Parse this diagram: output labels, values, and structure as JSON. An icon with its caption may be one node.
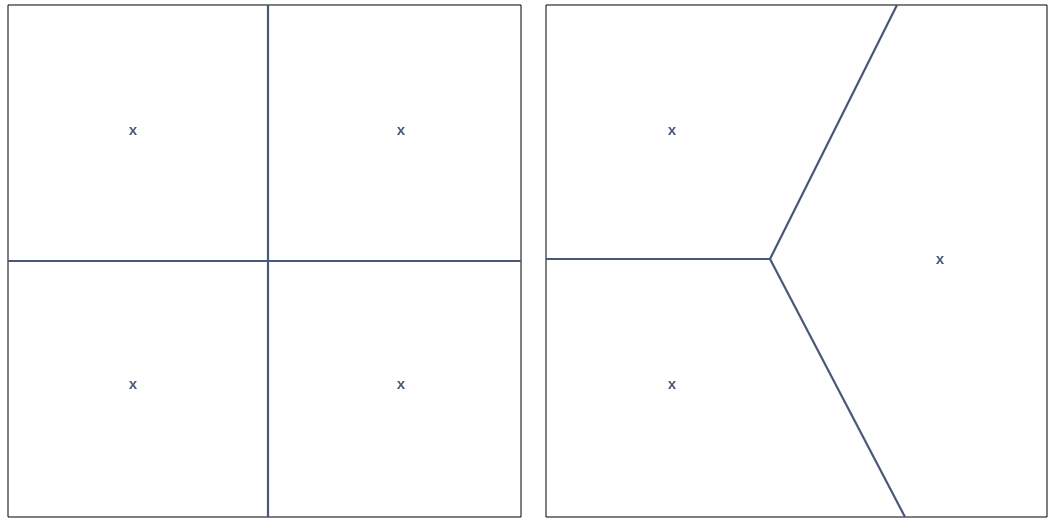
{
  "diagram": {
    "labels": [
      "x",
      "x",
      "x",
      "x",
      "x",
      "x",
      "x"
    ]
  }
}
